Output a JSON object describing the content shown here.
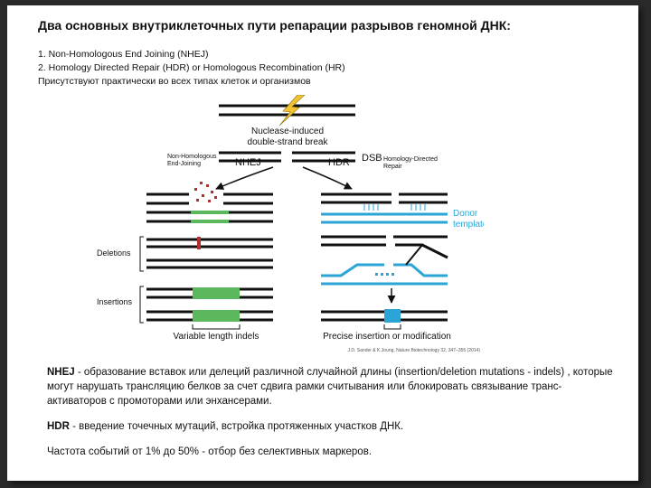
{
  "slide": {
    "title": "Два основных внутриклеточных пути репарации разрывов геномной ДНК:",
    "intro_lines": [
      "1. Non-Homologous End Joining (NHEJ)",
      "2. Homology Directed Repair (HDR) or Homologous Recombination (HR)",
      "Присутствуют практически во всех типах клеток и организмов"
    ]
  },
  "figure": {
    "labels": {
      "nuclease": "Nuclease-induced",
      "dsb_break": "double-strand break",
      "dsb": "DSB",
      "nhej": "NHEJ",
      "hdr": "HDR",
      "nhej_long_1": "Non-Homologous",
      "nhej_long_2": "End-Joining",
      "hdr_long_1": "Homology-Directed",
      "hdr_long_2": "Repair",
      "donor_1": "Donor",
      "donor_2": "template",
      "deletions": "Deletions",
      "insertions": "Insertions",
      "variable": "Variable length indels",
      "precise": "Precise insertion or modification",
      "citation": "J.D. Sander & K.Joung, Nature Biotechnology 32, 347–355 (2014)"
    },
    "colors": {
      "dna": "#111111",
      "indel": "#5cb85c",
      "template": "#2aa5d6",
      "lightning": "#f2c230",
      "end_dots": "#b03030"
    }
  },
  "text": {
    "nhej_term": "NHEJ",
    "nhej_desc": " - образование вставок или делеций различной случайной длины (insertion/deletion mutations - indels) , которые могут нарушать трансляцию белков за счет сдвига рамки считывания или блокировать связывание транс-активаторов с промоторами или энхансерами.",
    "hdr_term": "HDR",
    "hdr_desc": " - введение точечных мутаций, встройка протяженных участков ДНК.",
    "frequency": "Частота событий от 1% до 50% - отбор без селективных маркеров."
  }
}
